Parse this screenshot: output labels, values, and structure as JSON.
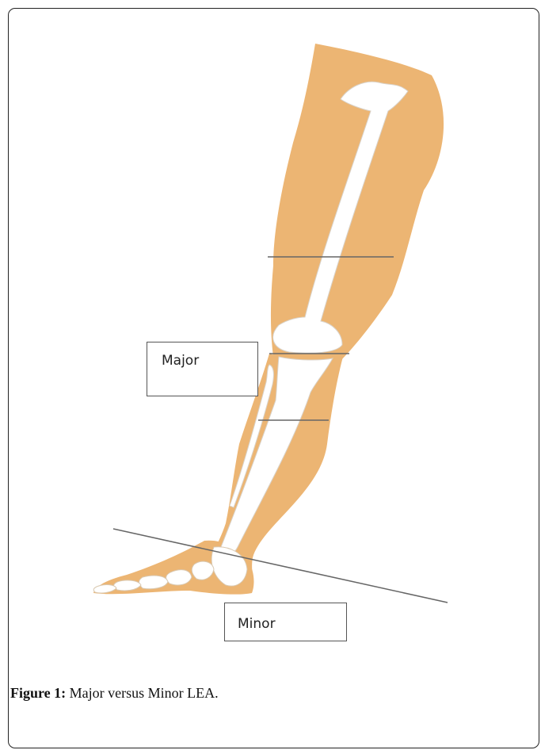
{
  "labels": {
    "major": "Major",
    "minor": "Minor"
  },
  "caption": {
    "prefix": "Figure 1:",
    "text": "Major versus Minor LEA."
  },
  "colors": {
    "skin": "#ECB573",
    "bone": "#FFFFFF",
    "line": "#666666"
  }
}
